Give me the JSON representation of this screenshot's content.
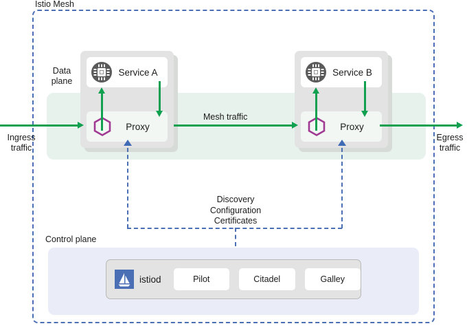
{
  "mesh": {
    "label": "Istio Mesh",
    "border_color": "#4a6fb5"
  },
  "data_plane": {
    "label": "Data\nplane",
    "label_line1": "Data",
    "label_line2": "plane",
    "band_color": "#e7f2ec"
  },
  "control_plane": {
    "label": "Control plane",
    "panel_color": "#eaedf7",
    "istiod": {
      "name": "istiod",
      "logo_icon": "istio-sailboat-icon",
      "logo_color": "#4a6fb5",
      "components": [
        {
          "label": "Pilot"
        },
        {
          "label": "Citadel"
        },
        {
          "label": "Galley"
        }
      ]
    }
  },
  "pods": [
    {
      "id": "pod-a",
      "service": {
        "label": "Service A",
        "icon": "chip-icon"
      },
      "proxy": {
        "label": "Proxy",
        "icon": "hexagon-icon"
      }
    },
    {
      "id": "pod-b",
      "service": {
        "label": "Service B",
        "icon": "chip-icon"
      },
      "proxy": {
        "label": "Proxy",
        "icon": "hexagon-icon"
      }
    }
  ],
  "traffic": {
    "ingress_line1": "Ingress",
    "ingress_line2": "traffic",
    "egress_line1": "Egress",
    "egress_line2": "traffic",
    "mesh_label": "Mesh traffic",
    "line_color": "#10a050"
  },
  "control_flow": {
    "line1": "Discovery",
    "line2": "Configuration",
    "line3": "Certificates",
    "line_color": "#4a6fb5"
  }
}
